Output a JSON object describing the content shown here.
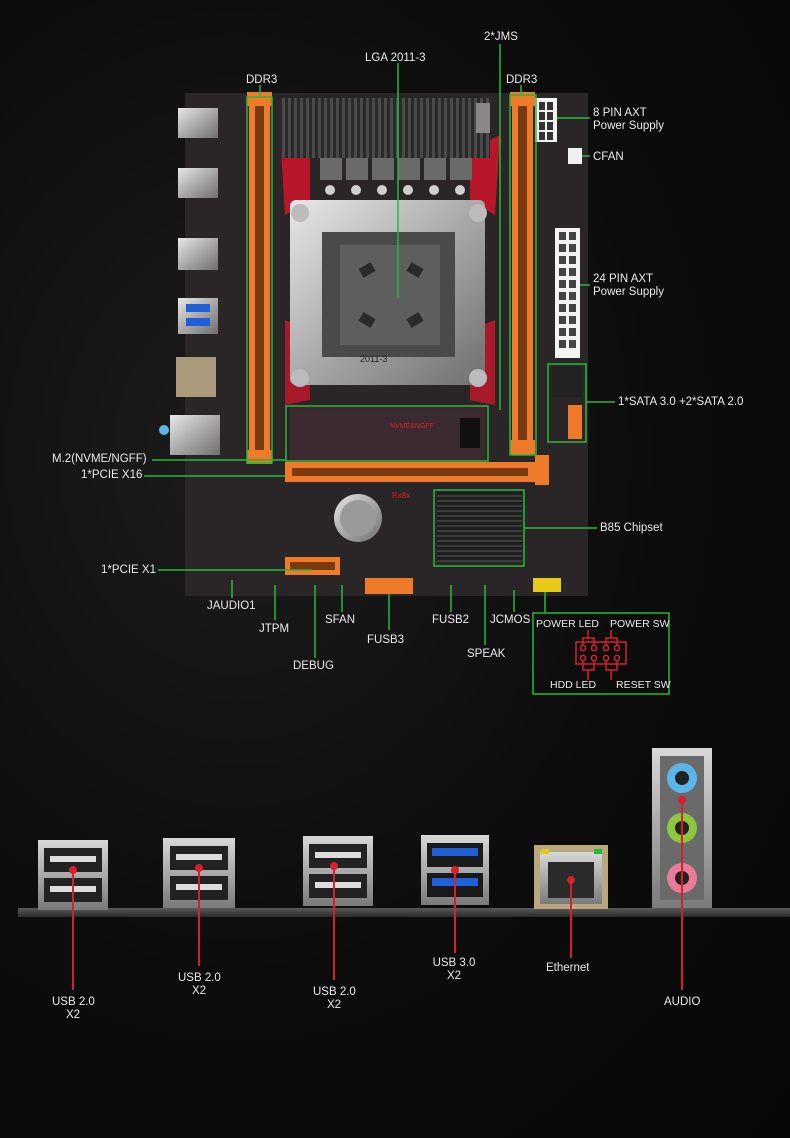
{
  "board": {
    "labels": {
      "lga": "LGA 2011-3",
      "jms": "2*JMS",
      "ddr3_left": "DDR3",
      "ddr3_right": "DDR3",
      "pin8_line1": "8 PIN AXT",
      "pin8_line2": "Power Supply",
      "cfan": "CFAN",
      "pin24_line1": "24 PIN AXT",
      "pin24_line2": "Power Supply",
      "sata": "1*SATA 3.0 +2*SATA 2.0",
      "m2": "M.2(NVME/NGFF)",
      "pcie16": "1*PCIE X16",
      "chipset": "B85 Chipset",
      "pcie1": "1*PCIE X1",
      "jaudio": "JAUDIO1",
      "jtpm": "JTPM",
      "sfan": "SFAN",
      "debug": "DEBUG",
      "fusb3": "FUSB3",
      "fusb2": "FUSB2",
      "jcmos": "JCMOS",
      "speak": "SPEAK",
      "power_led": "POWER LED",
      "power_sw": "POWER SW",
      "hdd_led": "HDD LED",
      "reset_sw": "RESET SW"
    },
    "chip_texts": {
      "socket_mark": "2011-3",
      "m2_slot_mark": "NVME&NGFF",
      "pcie_mark": "Rx8x"
    }
  },
  "io_panel": {
    "usb1_line1": "USB 2.0",
    "usb1_line2": "X2",
    "usb2_line1": "USB 2.0",
    "usb2_line2": "X2",
    "usb3_line1": "USB 2.0",
    "usb3_line2": "X2",
    "usb30_line1": "USB 3.0",
    "usb30_line2": "X2",
    "ethernet": "Ethernet",
    "audio": "AUDIO"
  },
  "colors": {
    "callout_green": "#27b838",
    "callout_red": "#d6202a",
    "pcb": "#2a2628",
    "pcb_red_accent": "#c8162a",
    "slot_orange": "#ef7a2a",
    "usb3_blue": "#1f5fd8",
    "audio_blue": "#5ab6e6",
    "audio_green": "#8dc63f",
    "audio_pink": "#e87a9a"
  }
}
